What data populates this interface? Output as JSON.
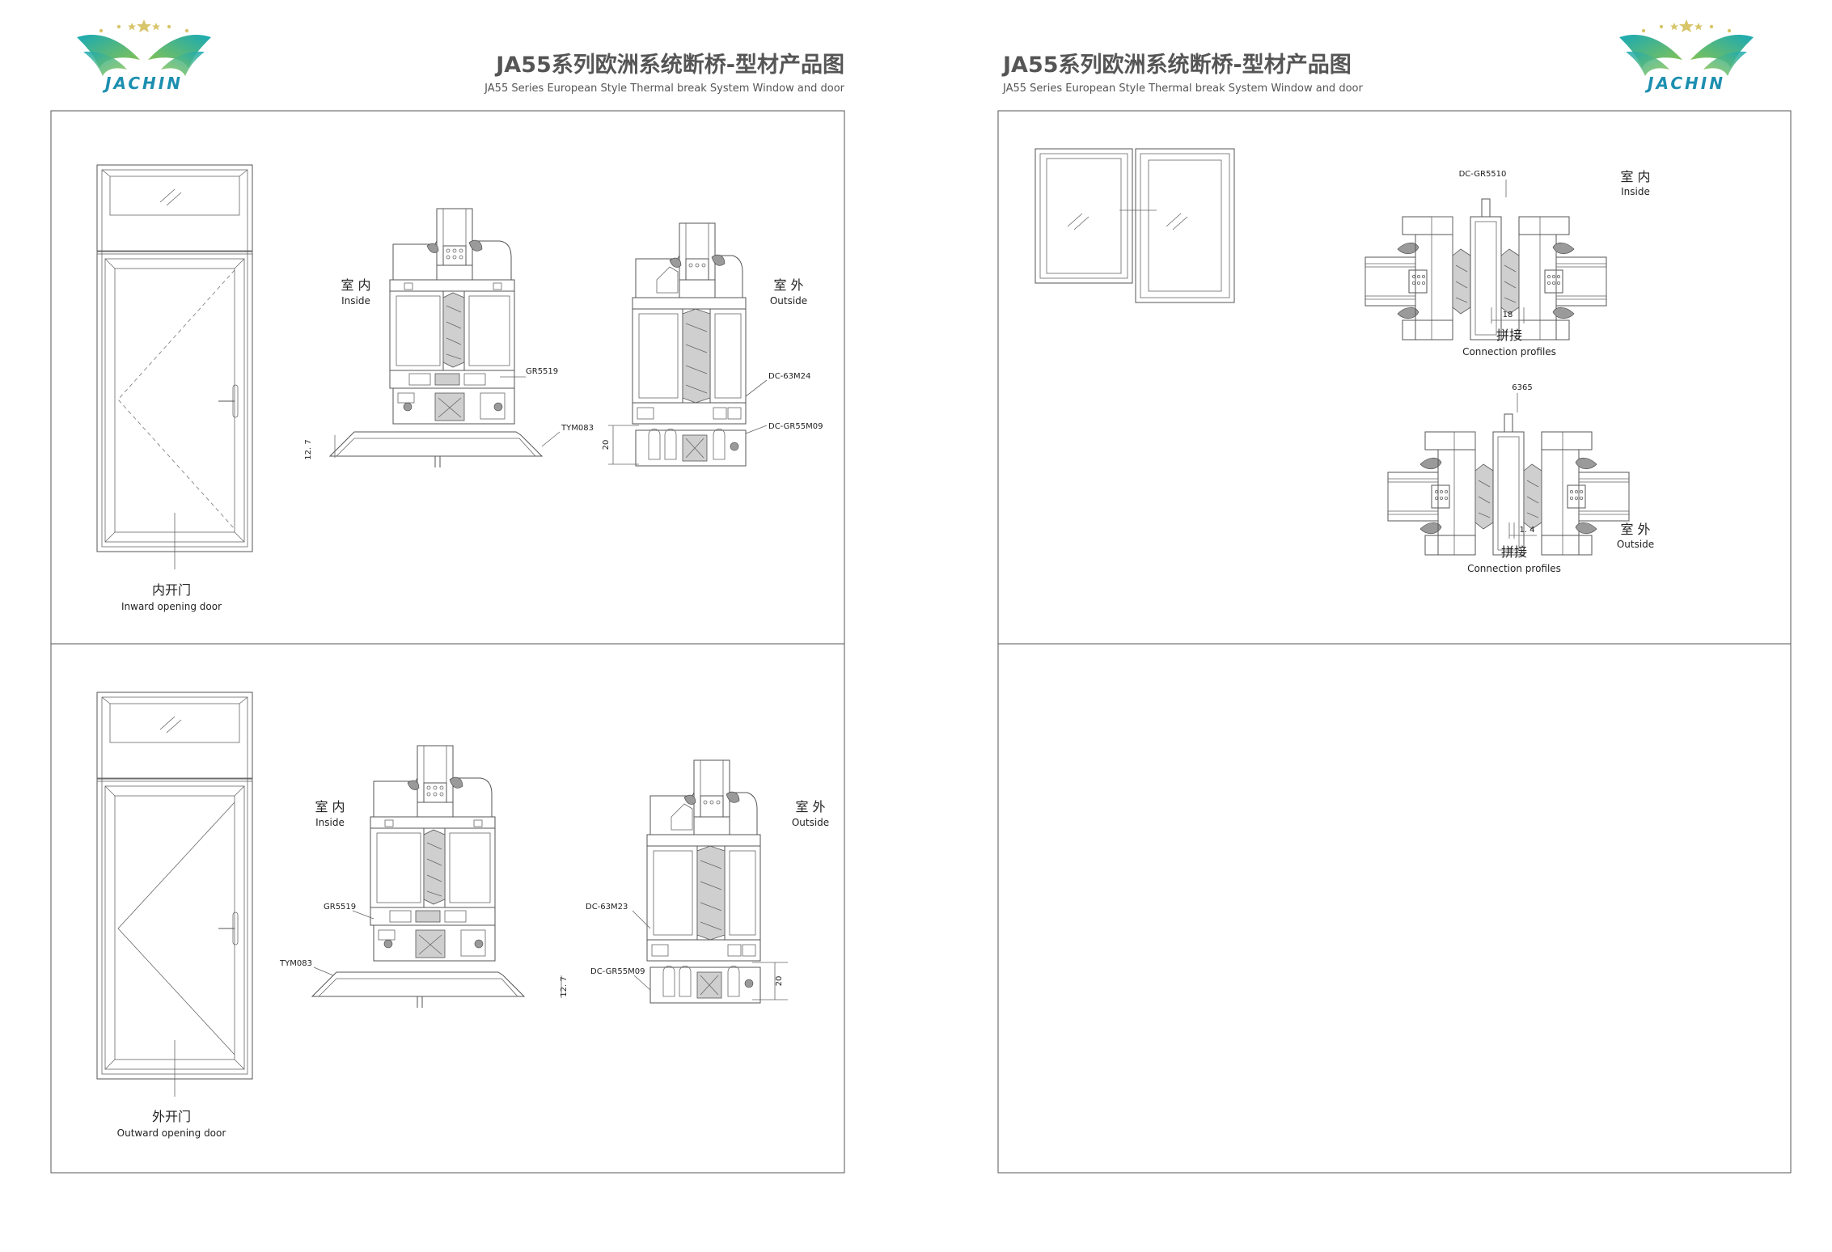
{
  "colors": {
    "logo_teal": "#18a9b6",
    "logo_green": "#8ec54a",
    "logo_star": "#d7c56a",
    "logo_text": "#1d8fb0",
    "line": "#555555",
    "title": "#555555"
  },
  "logo": {
    "text": "JACHIN"
  },
  "page_left": {
    "title_zh": "JA55系列欧洲系统断桥-型材产品图",
    "title_en": "JA55 Series European Style Thermal break System Window and door",
    "panel_top": {
      "caption_zh": "内开门",
      "caption_en": "Inward opening door",
      "inside_zh": "室 内",
      "inside_en": "Inside",
      "outside_zh": "室 外",
      "outside_en": "Outside",
      "labels": {
        "gasket": "GR5519",
        "threshold": "TYM083",
        "strip": "DC-63M24",
        "bottom": "DC-GR55M09"
      },
      "dims": {
        "threshold_h": "12. 7",
        "height": "20"
      }
    },
    "panel_bottom": {
      "caption_zh": "外开门",
      "caption_en": "Outward opening door",
      "inside_zh": "室 内",
      "inside_en": "Inside",
      "outside_zh": "室 外",
      "outside_en": "Outside",
      "labels": {
        "gasket": "GR5519",
        "threshold": "TYM083",
        "strip": "DC-63M23",
        "bottom": "DC-GR55M09"
      },
      "dims": {
        "threshold_h": "12. 7",
        "height": "20"
      }
    }
  },
  "page_right": {
    "title_zh": "JA55系列欧洲系统断桥-型材产品图",
    "title_en": "JA55 Series European Style Thermal break System Window and door",
    "detail_1": {
      "label_top": "DC-GR5510",
      "inside_zh": "室 内",
      "inside_en": "Inside",
      "dim": "18",
      "caption_zh": "拼接",
      "caption_en": "Connection profiles"
    },
    "detail_2": {
      "label_top": "6365",
      "outside_zh": "室 外",
      "outside_en": "Outside",
      "dim": "1. 4",
      "caption_zh": "拼接",
      "caption_en": "Connection profiles"
    }
  }
}
